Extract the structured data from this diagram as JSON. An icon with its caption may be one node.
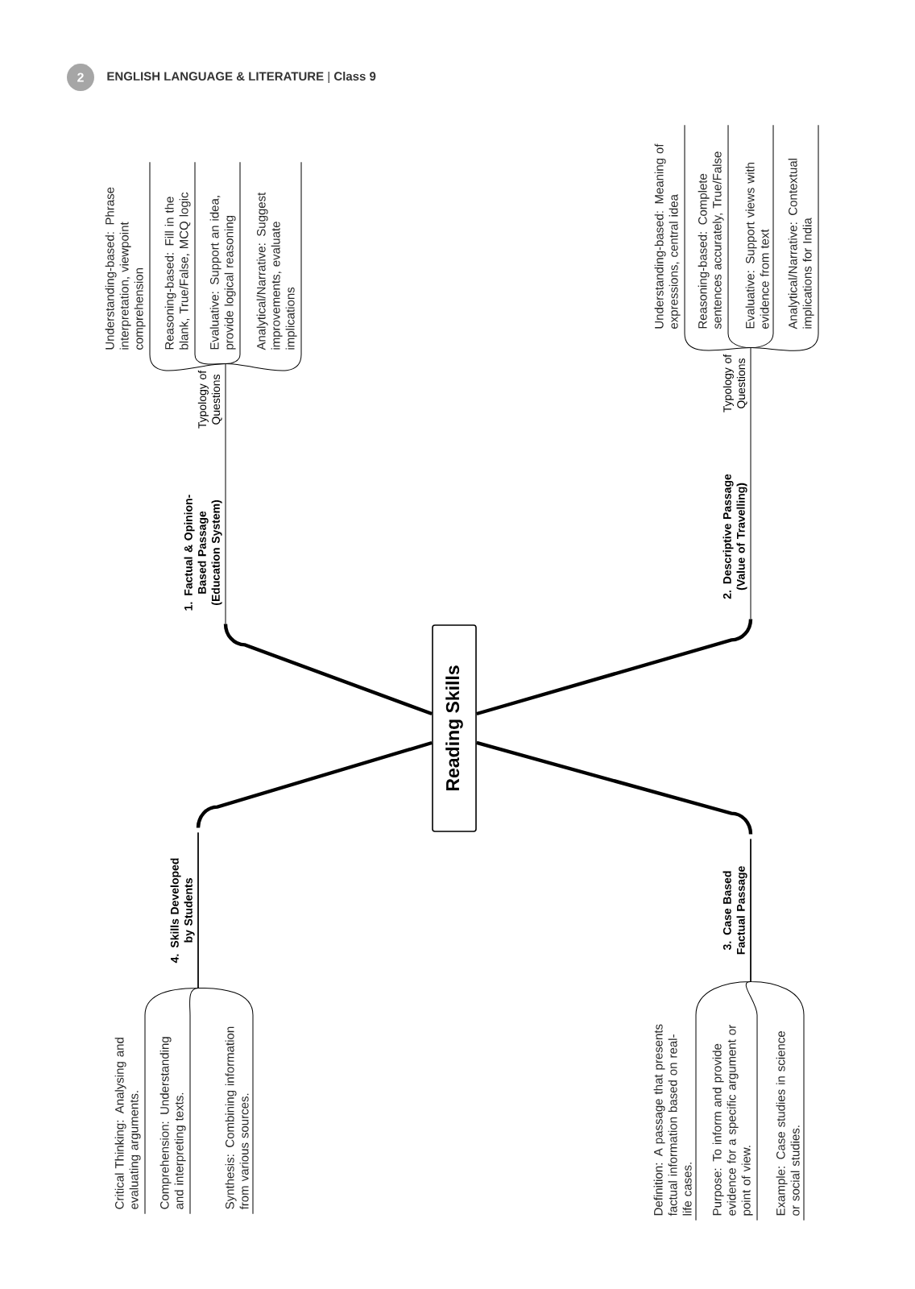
{
  "diagram": {
    "nodes": [
      {
        "text": [
          "Reading Skills"
        ]
      },
      {
        "text": [
          "1. Factual & Opinion-Based Passage (Education System)"
        ]
      },
      {
        "text": [
          "Typology of Questions"
        ]
      },
      {
        "text": [
          "Understanding-based: Phrase interpretation, viewpoint comprehension"
        ]
      },
      {
        "text": [
          "Reasoning-based: Fill in the blank, True/False, MCQ logic"
        ]
      },
      {
        "text": [
          "Evaluative: Support an idea, provide logical reasoning"
        ]
      },
      {
        "text": [
          "Analytical/Narrative: Suggest improvements, evaluate implications"
        ]
      },
      {
        "text": [
          "2. Descriptive Passage (Value of Travelling)"
        ]
      },
      {
        "text": [
          "Typology of Questions"
        ]
      },
      {
        "text": [
          "Understanding-based: Meaning of expressions, central idea"
        ]
      },
      {
        "text": [
          "Reasoning-based: Complete sentences accurately, True/False"
        ]
      },
      {
        "text": [
          "Evaluative: Support views with evidence from text"
        ]
      },
      {
        "text": [
          "Analytical/Narrative: Contextual implications for India"
        ]
      },
      {
        "text": [
          "3. Case Based Factual Passage"
        ]
      },
      {
        "text": [
          "Definition: A passage that presents factual information based on real-life cases."
        ]
      },
      {
        "text": [
          "Purpose: To inform and provide evidence for a specific argument or point of view."
        ]
      },
      {
        "text": [
          "Example: Case studies in science or social studies."
        ]
      },
      {
        "text": [
          "4. Skills Developed by Students"
        ]
      },
      {
        "text": [
          "Critical Thinking: Analysing and evaluating arguments."
        ]
      },
      {
        "text": [
          "Comprehension: Understanding and interpreting texts."
        ]
      },
      {
        "text": [
          "Synthesis: Combining information from various sources."
        ]
      }
    ],
    "edges": [
      {
        "from": 0,
        "to": 1,
        "arrow": "none",
        "style": "thick"
      },
      {
        "from": 1,
        "to": 2,
        "arrow": "none"
      },
      {
        "from": 2,
        "to": 3,
        "arrow": "none"
      },
      {
        "from": 2,
        "to": 4,
        "arrow": "none"
      },
      {
        "from": 2,
        "to": 5,
        "arrow": "none"
      },
      {
        "from": 2,
        "to": 6,
        "arrow": "none"
      },
      {
        "from": 0,
        "to": 7,
        "arrow": "none",
        "style": "thick"
      },
      {
        "from": 7,
        "to": 8,
        "arrow": "none"
      },
      {
        "from": 8,
        "to": 9,
        "arrow": "none"
      },
      {
        "from": 8,
        "to": 10,
        "arrow": "none"
      },
      {
        "from": 8,
        "to": 11,
        "arrow": "none"
      },
      {
        "from": 8,
        "to": 12,
        "arrow": "none"
      },
      {
        "from": 0,
        "to": 13,
        "arrow": "none",
        "style": "thick"
      },
      {
        "from": 13,
        "to": 14,
        "arrow": "none"
      },
      {
        "from": 13,
        "to": 15,
        "arrow": "none"
      },
      {
        "from": 13,
        "to": 16,
        "arrow": "none"
      },
      {
        "from": 0,
        "to": 17,
        "arrow": "none",
        "style": "thick"
      },
      {
        "from": 17,
        "to": 18,
        "arrow": "none"
      },
      {
        "from": 17,
        "to": 19,
        "arrow": "none"
      },
      {
        "from": 17,
        "to": 20,
        "arrow": "none"
      }
    ],
    "labels": [
      "2",
      "**ENGLISH LANGUAGE & LITERATURE** | **Class 9**"
    ]
  }
}
